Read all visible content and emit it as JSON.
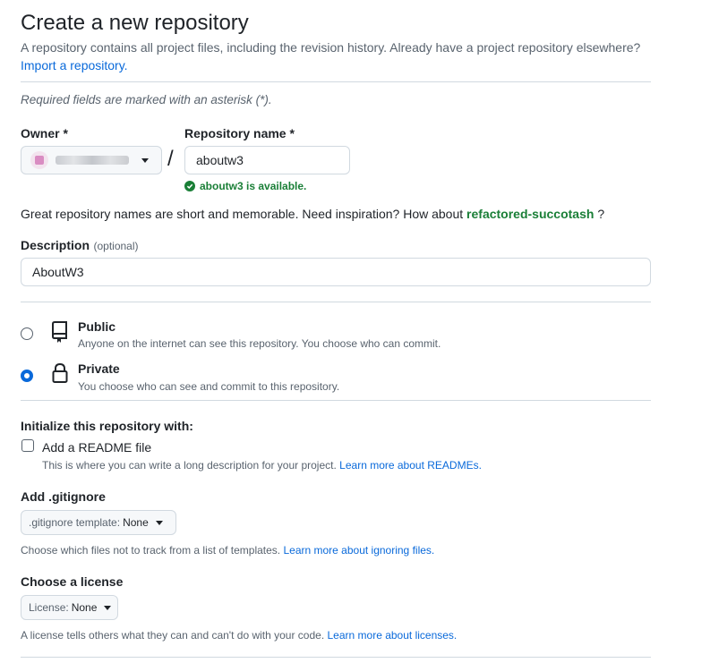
{
  "page": {
    "title": "Create a new repository",
    "intro": "A repository contains all project files, including the revision history. Already have a project repository elsewhere?",
    "import_link": "Import a repository.",
    "required_note": "Required fields are marked with an asterisk (*)."
  },
  "owner": {
    "label": "Owner *",
    "value": "",
    "separator": "/"
  },
  "repo_name": {
    "label": "Repository name *",
    "value": "aboutw3",
    "available_text": "aboutw3 is available."
  },
  "suggestion": {
    "text": "Great repository names are short and memorable. Need inspiration? How about",
    "name": "refactored-succotash",
    "suffix": "?"
  },
  "description": {
    "label": "Description",
    "optional": "(optional)",
    "value": "AboutW3"
  },
  "visibility": {
    "public_title": "Public",
    "public_desc": "Anyone on the internet can see this repository. You choose who can commit.",
    "private_title": "Private",
    "private_desc": "You choose who can see and commit to this repository.",
    "selected": "private"
  },
  "init": {
    "heading": "Initialize this repository with:",
    "readme_label": "Add a README file",
    "readme_desc": "This is where you can write a long description for your project.",
    "readme_link": "Learn more about READMEs."
  },
  "gitignore": {
    "heading": "Add .gitignore",
    "button_prefix": ".gitignore template:",
    "button_value": "None",
    "desc": "Choose which files not to track from a list of templates.",
    "link": "Learn more about ignoring files."
  },
  "license": {
    "heading": "Choose a license",
    "button_prefix": "License:",
    "button_value": "None",
    "desc": "A license tells others what they can and can't do with your code.",
    "link": "Learn more about licenses."
  },
  "colors": {
    "accent": "#0969da",
    "success": "#1a7f37",
    "border": "#d1d9e0"
  }
}
